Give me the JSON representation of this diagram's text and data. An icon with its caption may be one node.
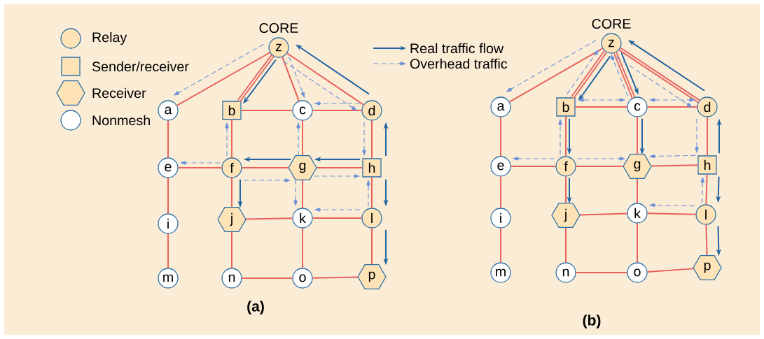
{
  "diagram": {
    "nodes": [
      {
        "text": [
          "z"
        ],
        "beside": [
          "CORE"
        ]
      },
      {
        "text": [
          "a"
        ]
      },
      {
        "text": [
          "b"
        ]
      },
      {
        "text": [
          "c"
        ]
      },
      {
        "text": [
          "d"
        ]
      },
      {
        "text": [
          "e"
        ]
      },
      {
        "text": [
          "f"
        ]
      },
      {
        "text": [
          "g"
        ]
      },
      {
        "text": [
          "h"
        ]
      },
      {
        "text": [
          "i"
        ]
      },
      {
        "text": [
          "j"
        ]
      },
      {
        "text": [
          "k"
        ]
      },
      {
        "text": [
          "l"
        ]
      },
      {
        "text": [
          "m"
        ]
      },
      {
        "text": [
          "n"
        ]
      },
      {
        "text": [
          "o"
        ]
      },
      {
        "text": [
          "p"
        ]
      },
      {
        "text": [
          "z"
        ],
        "beside": [
          "CORE"
        ]
      },
      {
        "text": [
          "a"
        ]
      },
      {
        "text": [
          "b"
        ]
      },
      {
        "text": [
          "c"
        ]
      },
      {
        "text": [
          "d"
        ]
      },
      {
        "text": [
          "e"
        ]
      },
      {
        "text": [
          "f"
        ]
      },
      {
        "text": [
          "g"
        ]
      },
      {
        "text": [
          "h"
        ]
      },
      {
        "text": [
          "i"
        ]
      },
      {
        "text": [
          "j"
        ]
      },
      {
        "text": [
          "k"
        ]
      },
      {
        "text": [
          "l"
        ]
      },
      {
        "text": [
          "m"
        ]
      },
      {
        "text": [
          "n"
        ]
      },
      {
        "text": [
          "o"
        ]
      },
      {
        "text": [
          "p"
        ]
      }
    ],
    "edges": [
      {
        "from": 0,
        "to": 1,
        "arrow": "none"
      },
      {
        "from": 0,
        "to": 2,
        "arrow": "none",
        "style": "thick"
      },
      {
        "from": 0,
        "to": 3,
        "arrow": "none"
      },
      {
        "from": 0,
        "to": 4,
        "arrow": "none"
      },
      {
        "from": 1,
        "to": 5,
        "arrow": "none"
      },
      {
        "from": 2,
        "to": 3,
        "arrow": "none"
      },
      {
        "from": 3,
        "to": 4,
        "arrow": "none"
      },
      {
        "from": 2,
        "to": 6,
        "arrow": "none"
      },
      {
        "from": 3,
        "to": 7,
        "arrow": "none"
      },
      {
        "from": 4,
        "to": 8,
        "arrow": "none"
      },
      {
        "from": 5,
        "to": 6,
        "arrow": "none"
      },
      {
        "from": 6,
        "to": 7,
        "arrow": "none"
      },
      {
        "from": 7,
        "to": 8,
        "arrow": "none"
      },
      {
        "from": 5,
        "to": 9,
        "arrow": "none"
      },
      {
        "from": 6,
        "to": 10,
        "arrow": "none"
      },
      {
        "from": 7,
        "to": 11,
        "arrow": "none"
      },
      {
        "from": 8,
        "to": 12,
        "arrow": "none"
      },
      {
        "from": 9,
        "to": 13,
        "arrow": "none"
      },
      {
        "from": 10,
        "to": 11,
        "arrow": "none"
      },
      {
        "from": 11,
        "to": 12,
        "arrow": "none"
      },
      {
        "from": 10,
        "to": 14,
        "arrow": "none"
      },
      {
        "from": 11,
        "to": 15,
        "arrow": "none"
      },
      {
        "from": 12,
        "to": 16,
        "arrow": "none"
      },
      {
        "from": 14,
        "to": 15,
        "arrow": "none"
      },
      {
        "from": 15,
        "to": 16,
        "arrow": "none"
      },
      {
        "from": 0,
        "to": 2,
        "arrow": "to",
        "color": "#1f64a0"
      },
      {
        "from": 4,
        "to": 0,
        "arrow": "to",
        "color": "#1f64a0"
      },
      {
        "from": 8,
        "to": 7,
        "arrow": "to",
        "color": "#1f64a0"
      },
      {
        "from": 7,
        "to": 6,
        "arrow": "to",
        "color": "#1f64a0"
      },
      {
        "from": 6,
        "to": 10,
        "arrow": "to",
        "color": "#1f64a0"
      },
      {
        "from": 8,
        "to": 4,
        "arrow": "to",
        "color": "#1f64a0"
      },
      {
        "from": 8,
        "to": 12,
        "arrow": "to",
        "color": "#1f64a0"
      },
      {
        "from": 12,
        "to": 16,
        "arrow": "to",
        "color": "#1f64a0"
      },
      {
        "from": 0,
        "to": 1,
        "arrow": "to",
        "style": "dashed",
        "color": "#6f93d8"
      },
      {
        "from": 0,
        "to": 3,
        "arrow": "to",
        "style": "dashed",
        "color": "#6f93d8"
      },
      {
        "from": 0,
        "to": 4,
        "arrow": "to",
        "style": "dashed",
        "color": "#6f93d8"
      },
      {
        "from": 4,
        "to": 3,
        "arrow": "to",
        "style": "dashed",
        "color": "#6f93d8"
      },
      {
        "from": 4,
        "to": 8,
        "arrow": "to",
        "style": "dashed",
        "color": "#6f93d8"
      },
      {
        "from": 6,
        "to": 2,
        "arrow": "to",
        "style": "dashed",
        "color": "#6f93d8"
      },
      {
        "from": 6,
        "to": 5,
        "arrow": "to",
        "style": "dashed",
        "color": "#6f93d8"
      },
      {
        "from": 7,
        "to": 3,
        "arrow": "to",
        "style": "dashed",
        "color": "#6f93d8"
      },
      {
        "from": 6,
        "to": 7,
        "arrow": "to",
        "style": "dashed",
        "color": "#6f93d8"
      },
      {
        "from": 7,
        "to": 8,
        "arrow": "to",
        "style": "dashed",
        "color": "#6f93d8"
      },
      {
        "from": 7,
        "to": 11,
        "arrow": "to",
        "style": "dashed",
        "color": "#6f93d8"
      },
      {
        "from": 12,
        "to": 8,
        "arrow": "to",
        "style": "dashed",
        "color": "#6f93d8"
      },
      {
        "from": 12,
        "to": 11,
        "arrow": "to",
        "style": "dashed",
        "color": "#6f93d8"
      },
      {
        "from": 17,
        "to": 18,
        "arrow": "none"
      },
      {
        "from": 17,
        "to": 19,
        "arrow": "none",
        "style": "thick"
      },
      {
        "from": 17,
        "to": 20,
        "arrow": "none",
        "style": "thick"
      },
      {
        "from": 17,
        "to": 21,
        "arrow": "none",
        "style": "thick"
      },
      {
        "from": 18,
        "to": 22,
        "arrow": "none"
      },
      {
        "from": 19,
        "to": 20,
        "arrow": "none"
      },
      {
        "from": 20,
        "to": 21,
        "arrow": "none"
      },
      {
        "from": 19,
        "to": 23,
        "arrow": "none"
      },
      {
        "from": 20,
        "to": 24,
        "arrow": "none"
      },
      {
        "from": 21,
        "to": 25,
        "arrow": "none"
      },
      {
        "from": 22,
        "to": 23,
        "arrow": "none"
      },
      {
        "from": 23,
        "to": 24,
        "arrow": "none"
      },
      {
        "from": 24,
        "to": 25,
        "arrow": "none"
      },
      {
        "from": 22,
        "to": 26,
        "arrow": "none"
      },
      {
        "from": 23,
        "to": 27,
        "arrow": "none"
      },
      {
        "from": 24,
        "to": 28,
        "arrow": "none"
      },
      {
        "from": 25,
        "to": 29,
        "arrow": "none"
      },
      {
        "from": 26,
        "to": 30,
        "arrow": "none"
      },
      {
        "from": 27,
        "to": 28,
        "arrow": "none"
      },
      {
        "from": 28,
        "to": 29,
        "arrow": "none"
      },
      {
        "from": 27,
        "to": 31,
        "arrow": "none"
      },
      {
        "from": 28,
        "to": 32,
        "arrow": "none"
      },
      {
        "from": 29,
        "to": 33,
        "arrow": "none"
      },
      {
        "from": 31,
        "to": 32,
        "arrow": "none"
      },
      {
        "from": 32,
        "to": 33,
        "arrow": "none"
      },
      {
        "from": 17,
        "to": 19,
        "arrow": "to",
        "color": "#1f64a0"
      },
      {
        "from": 19,
        "to": 23,
        "arrow": "to",
        "color": "#1f64a0"
      },
      {
        "from": 23,
        "to": 27,
        "arrow": "to",
        "color": "#1f64a0"
      },
      {
        "from": 17,
        "to": 20,
        "arrow": "to",
        "color": "#1f64a0"
      },
      {
        "from": 20,
        "to": 24,
        "arrow": "to",
        "color": "#1f64a0"
      },
      {
        "from": 21,
        "to": 17,
        "arrow": "to",
        "color": "#1f64a0"
      },
      {
        "from": 25,
        "to": 21,
        "arrow": "to",
        "color": "#1f64a0"
      },
      {
        "from": 25,
        "to": 29,
        "arrow": "to",
        "color": "#1f64a0"
      },
      {
        "from": 29,
        "to": 33,
        "arrow": "to",
        "color": "#1f64a0"
      },
      {
        "from": 17,
        "to": 18,
        "arrow": "to",
        "style": "dashed",
        "color": "#6f93d8"
      },
      {
        "from": 19,
        "to": 17,
        "arrow": "to",
        "style": "dashed",
        "color": "#6f93d8"
      },
      {
        "from": 20,
        "to": 17,
        "arrow": "to",
        "style": "dashed",
        "color": "#6f93d8"
      },
      {
        "from": 17,
        "to": 21,
        "arrow": "to",
        "style": "dashed",
        "color": "#6f93d8"
      },
      {
        "from": 19,
        "to": 20,
        "arrow": "both",
        "style": "dashed",
        "color": "#6f93d8"
      },
      {
        "from": 20,
        "to": 21,
        "arrow": "both",
        "style": "dashed",
        "color": "#6f93d8"
      },
      {
        "from": 23,
        "to": 19,
        "arrow": "to",
        "style": "dashed",
        "color": "#6f93d8"
      },
      {
        "from": 23,
        "to": 22,
        "arrow": "to",
        "style": "dashed",
        "color": "#6f93d8"
      },
      {
        "from": 23,
        "to": 24,
        "arrow": "to",
        "style": "dashed",
        "color": "#6f93d8"
      },
      {
        "from": 21,
        "to": 25,
        "arrow": "to",
        "style": "dashed",
        "color": "#6f93d8"
      },
      {
        "from": 25,
        "to": 24,
        "arrow": "to",
        "style": "dashed",
        "color": "#6f93d8"
      },
      {
        "from": 29,
        "to": 25,
        "arrow": "to",
        "style": "dashed",
        "color": "#6f93d8"
      },
      {
        "from": 29,
        "to": 28,
        "arrow": "to",
        "style": "dashed",
        "color": "#6f93d8"
      }
    ],
    "labels": [
      "(a)",
      "(b)"
    ],
    "legend": [
      {
        "text": "Relay"
      },
      {
        "text": "Sender/receiver"
      },
      {
        "text": "Receiver"
      },
      {
        "text": "Nonmesh"
      },
      {
        "text": "Real traffic flow"
      },
      {
        "text": "Overhead traffic"
      }
    ]
  }
}
